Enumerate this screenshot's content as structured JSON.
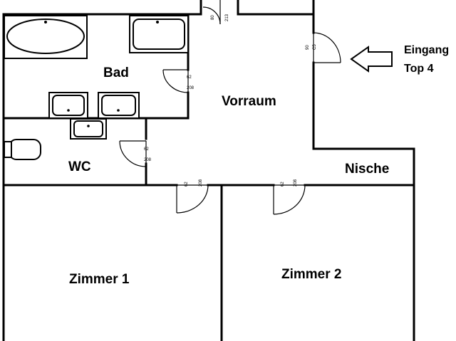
{
  "rooms": {
    "bad": "Bad",
    "vorraum": "Vorraum",
    "wc": "WC",
    "nische": "Nische",
    "zimmer1": "Zimmer 1",
    "zimmer2": "Zimmer 2"
  },
  "entrance": {
    "line1": "Eingang",
    "line2": "Top 4"
  },
  "door_dimensions": {
    "top_door_a": "80",
    "top_door_b": "213",
    "entry_door_a": "90",
    "entry_door_b": "C5",
    "bad_door_a": "62",
    "bad_door_b": "208",
    "wc_door_a": "62",
    "wc_door_b": "208",
    "zimmer1_door_a": "62",
    "zimmer1_door_b": "208",
    "zimmer2_door_a": "62",
    "zimmer2_door_b": "208"
  }
}
